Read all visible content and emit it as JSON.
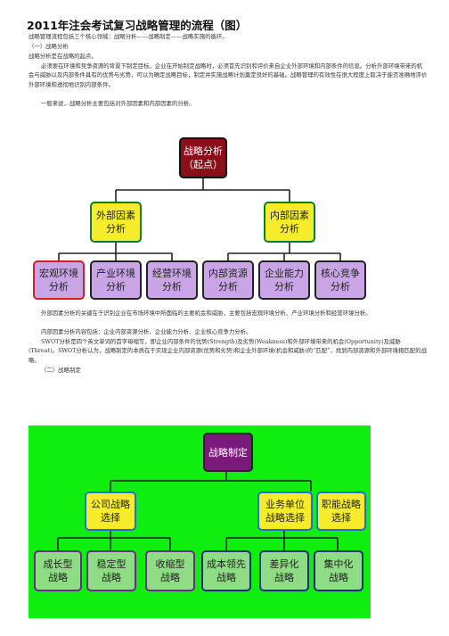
{
  "title": "2011年注会考试复习战略管理的流程（图）",
  "paragraphs": [
    "战略管理流程包括三个核心领域：战略分析——战略制定——战略实施的循环。",
    "（一）战略分析",
    "战略分析是在战略的起点。",
    "必须要在环境和竞争资源的背景下制定目标。企业在开始制定战略时，必须首先识别和评价来自企业外部环境和内部条件的信息。分析外部环境带来的机会与威胁以及内部条件具有的优势与劣势，可以为确定战略目标，制定并实施战略计划奠定良好的基础。战略管理的有效性在很大程度上取决于能否准确地评价外部环境和透彻地识别内部条件。",
    "一般来说，战略分析主要包括对外部因素和内部因素的分析。"
  ],
  "diagram1": {
    "root": [
      "战略分析",
      "（起点）"
    ],
    "level2": [
      [
        "外部因素",
        "分析"
      ],
      [
        "内部因素",
        "分析"
      ]
    ],
    "level3": [
      [
        "宏观环境",
        "分析"
      ],
      [
        "产业环境",
        "分析"
      ],
      [
        "经营环境",
        "分析"
      ],
      [
        "内部资源",
        "分析"
      ],
      [
        "企业能力",
        "分析"
      ],
      [
        "核心竞争",
        "分析"
      ]
    ]
  },
  "paragraphs2": [
    "外部因素分析的关键在于识别企业在市场环境中所面临的主要机会和威胁，主要包括宏观环境分析、产业环境分析和经营环境分析。",
    "内部因素分析内容包括：企业内部资源分析、企业能力分析、企业核心竞争力分析。",
    "SWOT分析是四个英文单词的首字母缩写，即企业内部条件的优势(Strength)及劣势(Weakness)和外部环境带来的机会(Opportunity)及威胁(Threat)。SWOT分析认为，战略制定的本质在于实现企业内部资源(优势和劣势)和企业外部环境(机会和威胁)的“匹配”，找到内部资源和外部环境相匹配的战略。",
    "（二）战略制定"
  ],
  "diagram2": {
    "root": [
      "战略制定"
    ],
    "level2": [
      [
        "公司战略",
        "选择"
      ],
      [
        "业务单位",
        "战略选择"
      ],
      [
        "职能战略",
        "选择"
      ]
    ],
    "level3": [
      [
        "成长型",
        "战略"
      ],
      [
        "稳定型",
        "战略"
      ],
      [
        "收缩型",
        "战略"
      ],
      [
        "成本领先",
        "战略"
      ],
      [
        "差异化",
        "战略"
      ],
      [
        "集中化",
        "战略"
      ]
    ]
  }
}
